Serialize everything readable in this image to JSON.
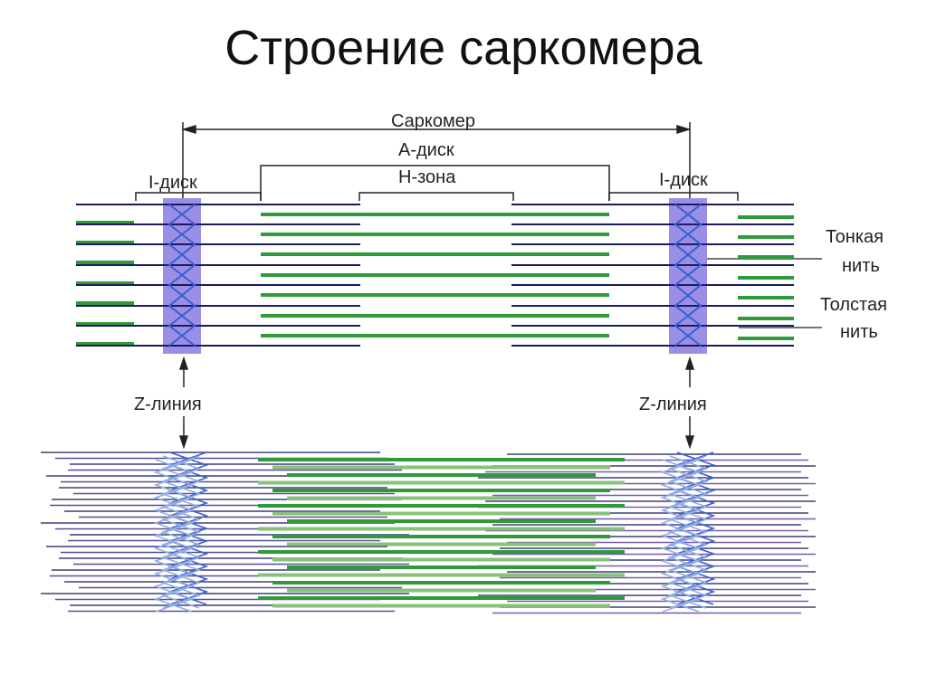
{
  "title": "Строение саркомера",
  "labels": {
    "sarcomere": "Саркомер",
    "a_band": "А-диск",
    "h_zone": "Н-зона",
    "i_band_left": "I-диск",
    "i_band_right": "I-диск",
    "thin_filament_line1": "Тонкая",
    "thin_filament_line2": "нить",
    "thick_filament_line1": "Толстая",
    "thick_filament_line2": "нить",
    "z_line_left": "Z-линия",
    "z_line_right": "Z-линия"
  },
  "colors": {
    "thin_filament": "#1a1a5e",
    "thick_filament": "#2f9a3a",
    "z_disc": "#9a8ee6",
    "z_zigzag": "#3a5fd0",
    "text": "#222222"
  }
}
